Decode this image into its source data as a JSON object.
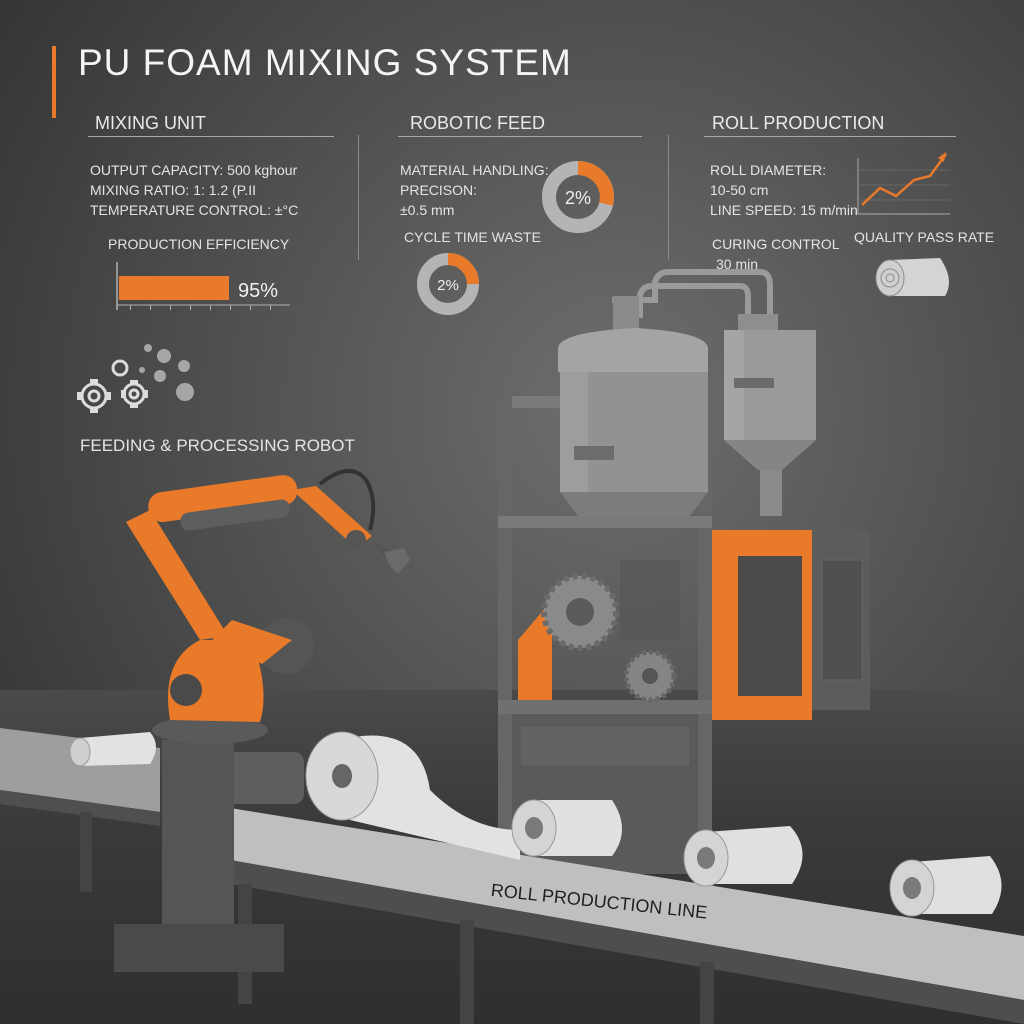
{
  "header": {
    "title": "PU FOAM MIXING SYSTEM"
  },
  "mixing_unit": {
    "title": "MIXING UNIT",
    "output_capacity": "OUTPUT CAPACITY: 500 kghour",
    "mixing_ratio": "MIXING RATIO: 1: 1.2 (P.II",
    "temperature": "TEMPERATURE CONTROL: ±°C",
    "efficiency_label": "PRODUCTION EFFICIENCY",
    "efficiency_value": "95%",
    "efficiency_fraction": 0.95
  },
  "robotic_feed": {
    "title": "ROBOTIC FEED",
    "handling_label": "MATERIAL HANDLING:",
    "precision_label": "PRECISON:",
    "precision_value": "±0.5 mm",
    "donut1_value": "2%",
    "cycle_label": "CYCLE TIME WASTE",
    "donut2_value": "2%"
  },
  "roll_production": {
    "title": "ROLL PRODUCTION",
    "diameter_label": "ROLL DIAMETER:",
    "diameter_value": "10-50 cm",
    "line_speed": "LINE SPEED: 15 m/min",
    "curing_label": "CURING CONTROL",
    "curing_value": "30 min",
    "quality_label": "QUALITY PASS RATE"
  },
  "robot": {
    "label": "FEEDING & PROCESSING ROBOT"
  },
  "production_line": {
    "label": "ROLL PRODUCTION LINE"
  },
  "colors": {
    "accent": "#e87a2a",
    "text": "#e4e4e4",
    "steel": "#8e8e8e"
  }
}
